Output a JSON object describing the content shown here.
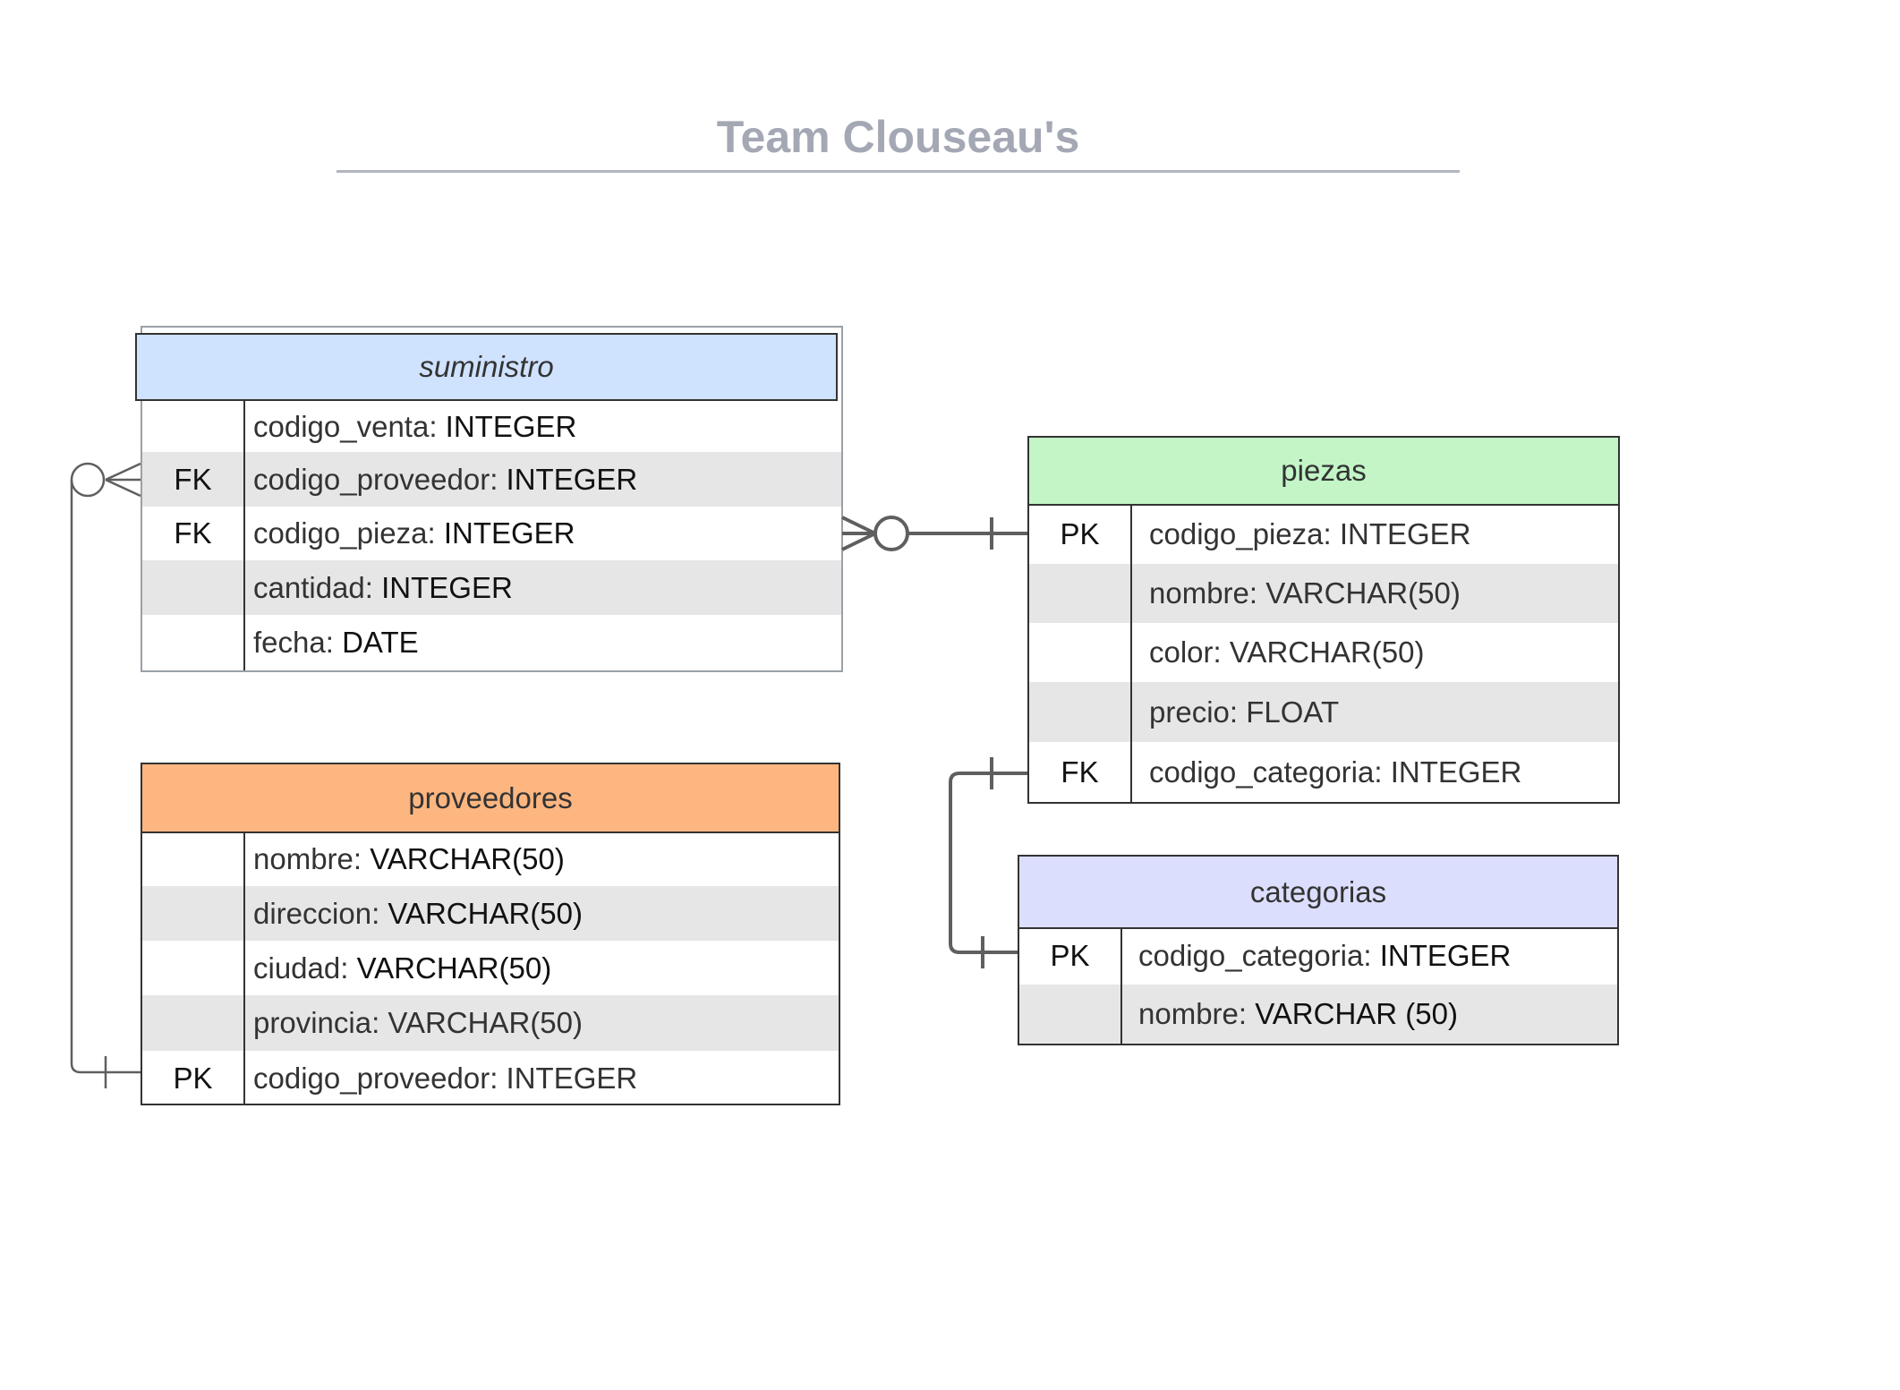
{
  "title": "Team Clouseau's",
  "entities": {
    "suministro": {
      "name": "suministro",
      "rows": [
        {
          "key": "",
          "field": "codigo_venta:",
          "type": "INTEGER"
        },
        {
          "key": "FK",
          "field": "codigo_proveedor:",
          "type": "INTEGER"
        },
        {
          "key": "FK",
          "field": "codigo_pieza:",
          "type": "INTEGER"
        },
        {
          "key": "",
          "field": "cantidad:",
          "type": "INTEGER"
        },
        {
          "key": "",
          "field": "fecha:",
          "type": "DATE"
        }
      ]
    },
    "piezas": {
      "name": "piezas",
      "rows": [
        {
          "key": "PK",
          "field": "codigo_pieza:",
          "type": "INTEGER"
        },
        {
          "key": "",
          "field": "nombre:",
          "type": "VARCHAR(50)"
        },
        {
          "key": "",
          "field": "color:",
          "type": "VARCHAR(50)"
        },
        {
          "key": "",
          "field": "precio:",
          "type": "FLOAT"
        },
        {
          "key": "FK",
          "field": "codigo_categoria:",
          "type": "INTEGER"
        }
      ]
    },
    "proveedores": {
      "name": "proveedores",
      "rows": [
        {
          "key": "",
          "field": "nombre:",
          "type": "VARCHAR(50)"
        },
        {
          "key": "",
          "field": "direccion:",
          "type": "VARCHAR(50)"
        },
        {
          "key": "",
          "field": "ciudad:",
          "type": "VARCHAR(50)"
        },
        {
          "key": "",
          "field": "provincia:",
          "type": "VARCHAR(50)"
        },
        {
          "key": "PK",
          "field": "codigo_proveedor:",
          "type": "INTEGER"
        }
      ]
    },
    "categorias": {
      "name": "categorias",
      "rows": [
        {
          "key": "PK",
          "field": "codigo_categoria:",
          "type": "INTEGER"
        },
        {
          "key": "",
          "field": "nombre:",
          "type": "VARCHAR (50)"
        }
      ]
    }
  },
  "colors": {
    "suministro_header": "#cfe2fe",
    "piezas_header": "#c3f5c7",
    "proveedores_header": "#feb680",
    "categorias_header": "#dcdefd",
    "alt_row": "#e6e6e6",
    "connector": "#5f5f5f"
  }
}
